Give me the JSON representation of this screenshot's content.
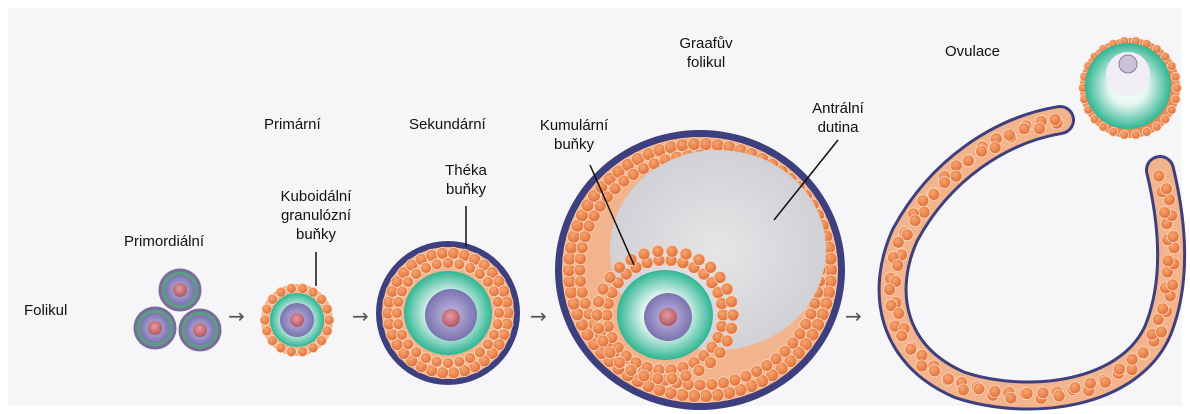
{
  "labels": {
    "folikul": "Folikul",
    "primordialni": "Primordiální",
    "primarni": "Primární",
    "sekundarni": "Sekundární",
    "graafuv_1": "Graafův",
    "graafuv_2": "folikul",
    "ovulace": "Ovulace",
    "kuboidalni_1": "Kuboidální",
    "kuboidalni_2": "granulózní",
    "kuboidalni_3": "buňky",
    "theka_1": "Théka",
    "theka_2": "buňky",
    "kumularni_1": "Kumulární",
    "kumularni_2": "buňky",
    "antralni_1": "Antrální",
    "antralni_2": "dutina"
  },
  "arrow_glyph": "→",
  "colors": {
    "background": "#f7f7f9",
    "theca": "#3d3f7e",
    "granulosa": "#e8834a",
    "granulosa_highlight": "#f5b07e",
    "zona": "#37b89a",
    "zona_light": "#c9efe4",
    "oocyte": "#a9a2cf",
    "nucleus": "#c0737f",
    "antrum": "#dcdcdc"
  }
}
